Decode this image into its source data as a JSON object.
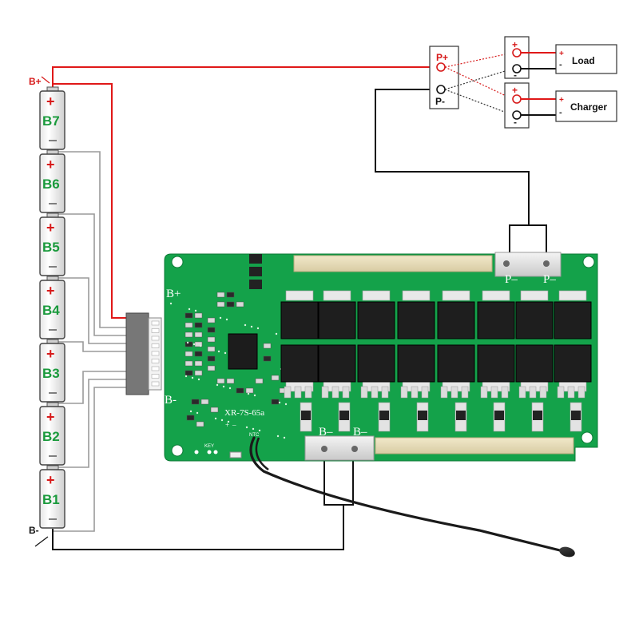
{
  "labels": {
    "b_plus": "B+",
    "b_minus": "B-",
    "p_plus": "P+",
    "p_minus": "P-",
    "load": "Load",
    "charger": "Charger",
    "plus_sign": "+",
    "minus_sign": "-"
  },
  "batteries": [
    "B7",
    "B6",
    "B5",
    "B4",
    "B3",
    "B2",
    "B1"
  ],
  "board": {
    "b_plus": "B+",
    "b_minus": "B-",
    "model": "XR-7S-65a",
    "ntc": "NTC",
    "key": "KEY",
    "p_minus_1": "P–",
    "p_minus_2": "P–",
    "b_minus_1": "B–",
    "b_minus_2": "B–",
    "plus_mark": "+",
    "minus_mark": "–"
  },
  "colors": {
    "board": "#14a24a",
    "positive_wire": "#e01818",
    "negative_wire": "#111111",
    "balance_wire": "#9a9a9a",
    "label_green": "#1a9a3c",
    "label_red": "#d71a1a"
  },
  "icons": [
    "battery-cell-icon",
    "mosfet-icon",
    "ntc-probe-icon",
    "connector-icon"
  ]
}
